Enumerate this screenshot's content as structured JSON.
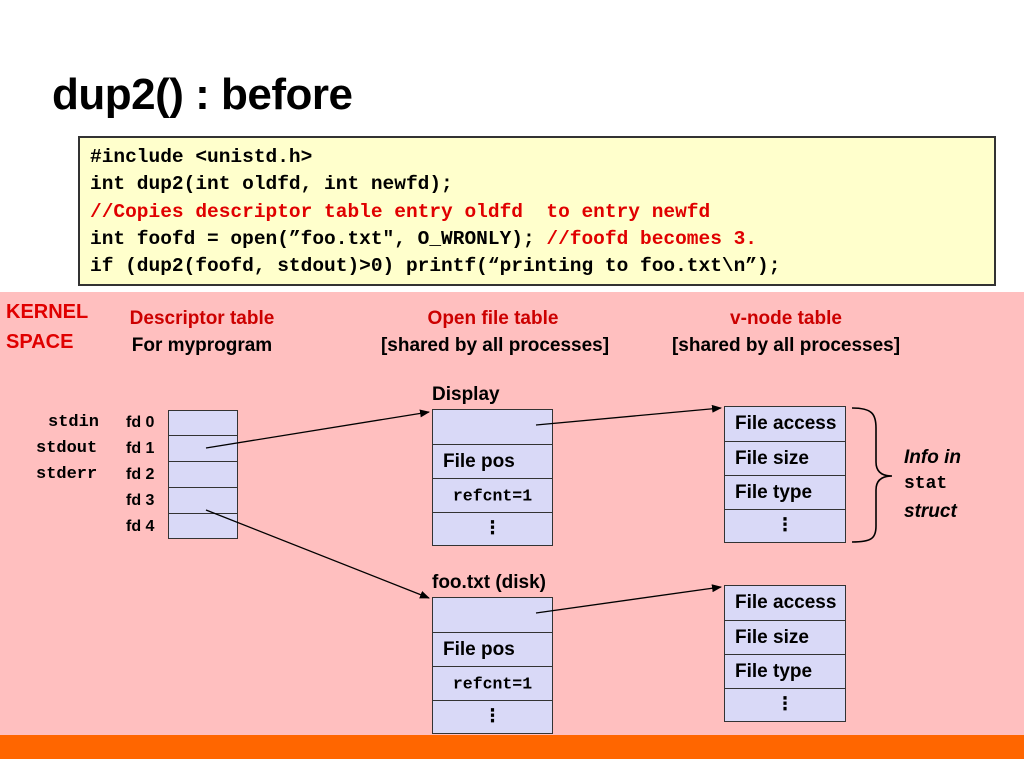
{
  "title": "dup2() : before",
  "code": {
    "line1": "#include <unistd.h>",
    "line2": "int dup2(int oldfd, int newfd);",
    "line3": "//Copies descriptor table entry oldfd  to entry newfd",
    "line4_black": "int foofd = open(”foo.txt\", O_WRONLY); ",
    "line4_red": "//foofd becomes 3.",
    "line5": "if (dup2(foofd, stdout)>0) printf(“printing to foo.txt\\n”);"
  },
  "kernel_space": {
    "line1": "KERNEL",
    "line2": "SPACE"
  },
  "descriptor_table": {
    "heading": "Descriptor table",
    "sub": "For myprogram"
  },
  "open_file_table": {
    "heading": "Open file table",
    "sub": "[shared by all processes]"
  },
  "vnode_table": {
    "heading": "v-node table",
    "sub": "[shared by all processes]"
  },
  "std_labels": [
    "stdin",
    "stdout",
    "stderr"
  ],
  "fd_labels": [
    "fd 0",
    "fd 1",
    "fd 2",
    "fd 3",
    "fd 4"
  ],
  "file_a": {
    "name": "Display",
    "file_pos": "File pos",
    "refcnt": "refcnt=1",
    "dots": "⋮"
  },
  "file_b": {
    "name": "foo.txt (disk)",
    "file_pos": "File pos",
    "refcnt": "refcnt=1",
    "dots": "⋮"
  },
  "vnode_a": {
    "access": "File access",
    "size": "File size",
    "type": "File type",
    "dots": "⋮"
  },
  "vnode_b": {
    "access": "File access",
    "size": "File size",
    "type": "File type",
    "dots": "⋮"
  },
  "info": {
    "line1": "Info in",
    "line2": "stat",
    "line3": "struct"
  },
  "colors": {
    "kernel_bg": "#ffbfbf",
    "cell_fill": "#d9d9f7",
    "code_bg": "#ffffcc",
    "heading_red": "#cc0000",
    "bottom_bar": "#ff6600"
  }
}
